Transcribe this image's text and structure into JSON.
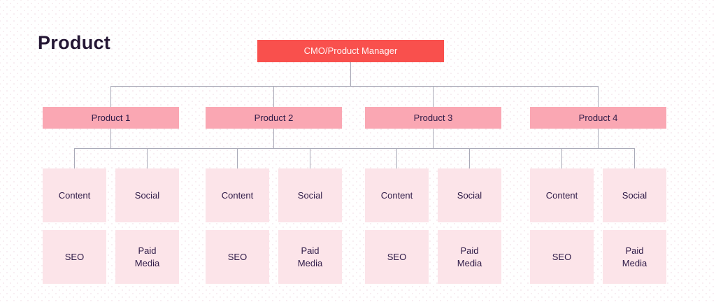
{
  "title": "Product",
  "colors": {
    "background": "#FFFFFF",
    "root_fill": "#F9504D",
    "root_text": "#FFF5F5",
    "product_fill": "#FAA7B3",
    "leaf_fill": "#FCE4E9",
    "text_dark": "#2E1A47",
    "title_text": "#241634",
    "connector": "#A9AAB8"
  },
  "org_chart": {
    "root": {
      "label": "CMO/Product Manager"
    },
    "groups": [
      {
        "label": "Product 1",
        "children": [
          "Content",
          "Social",
          "SEO",
          "Paid Media"
        ]
      },
      {
        "label": "Product 2",
        "children": [
          "Content",
          "Social",
          "SEO",
          "Paid Media"
        ]
      },
      {
        "label": "Product 3",
        "children": [
          "Content",
          "Social",
          "SEO",
          "Paid Media"
        ]
      },
      {
        "label": "Product 4",
        "children": [
          "Content",
          "Social",
          "SEO",
          "Paid Media"
        ]
      }
    ]
  }
}
